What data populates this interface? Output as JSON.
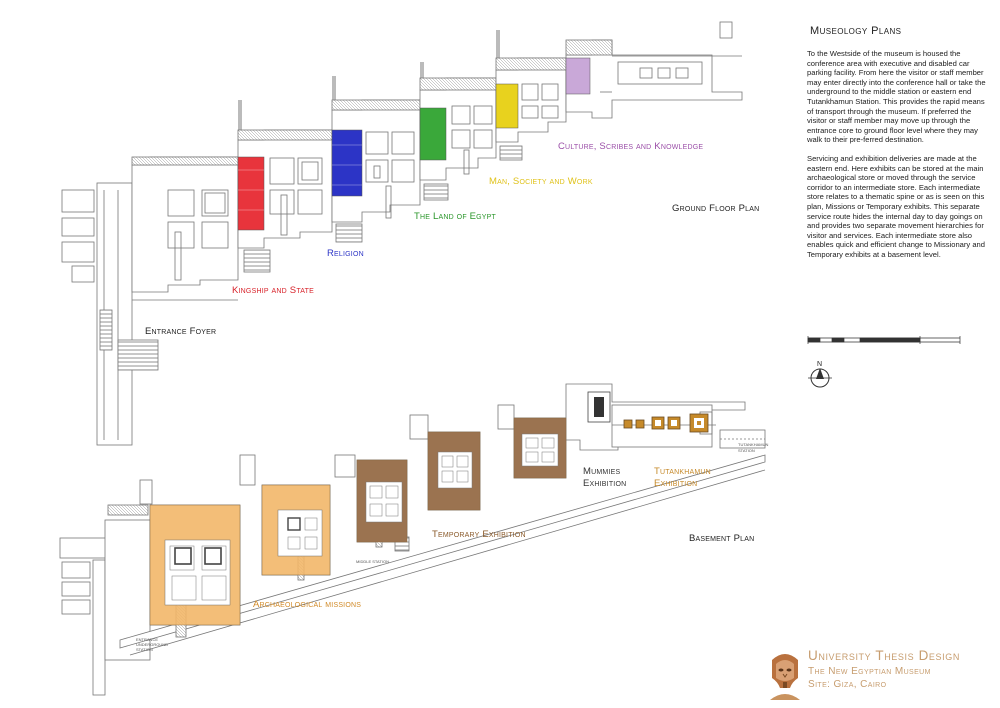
{
  "ground_floor": {
    "plan_label": "Ground Floor Plan",
    "labels": {
      "entrance_foyer": "Entrance Foyer",
      "kingship": "Kingship and State",
      "religion": "Religion",
      "land_of_egypt": "The Land of Egypt",
      "man_society": "Man, Society and Work",
      "culture": "Culture, Scribes and Knowledge"
    }
  },
  "basement": {
    "plan_label": "Basement Plan",
    "labels": {
      "archaeological": "Archaeological missions",
      "temporary": "Temporary Exhibition",
      "mummies_1": "Mummies",
      "mummies_2": "Exhibition",
      "tutankhamun_1": "Tutankhamun",
      "tutankhamun_2": "Exhibition"
    },
    "small_labels": {
      "entrance_1": "ENTRANCE",
      "entrance_2": "UNDERGROUND",
      "entrance_3": "STATION",
      "middle_station": "MIDDLE STATION",
      "tut_station_1": "TUTANKHAMUN",
      "tut_station_2": "STATION"
    }
  },
  "colors": {
    "kingship": "#e8343c",
    "religion": "#2c34c6",
    "land_of_egypt": "#3aa83a",
    "man_society": "#e8d21e",
    "culture": "#9b4fa8",
    "archaeological": "#d18a27",
    "temporary": "#8a5a2a",
    "tutankhamun": "#c68a2a",
    "gallery_orange": "#f2b76a",
    "gallery_brown": "#9b7350"
  },
  "panel": {
    "title": "Museology Plans",
    "para1": "To the Westside of the museum is housed the conference area with executive and disabled car parking facility. From here the visitor or staff member may enter directly into the conference hall or take the underground to the middle station or eastern end Tutankhamun Station. This provides the rapid means of transport through the museum. If preferred the visitor or staff member may move up through the entrance core to ground floor level where they may walk to their pre-ferred destination.",
    "para2": "Servicing and exhibition deliveries are made at the eastern end. Here exhibits can be stored at the main archaeological store or moved through the service corridor to an intermediate store. Each intermediate store relates to a thematic spine or as is seen on this plan, Missions or Temporary exhibits. This separate service route hides the internal day to day goings on and provides two separate movement hierarchies for visitor and services. Each intermediate store also enables quick and efficient change to Missionary and Temporary exhibits at a basement level.",
    "north": "N"
  },
  "footer": {
    "line1": "University Thesis Design",
    "line2": "The New Egyptian Museum",
    "line3": "Site: Giza, Cairo"
  }
}
